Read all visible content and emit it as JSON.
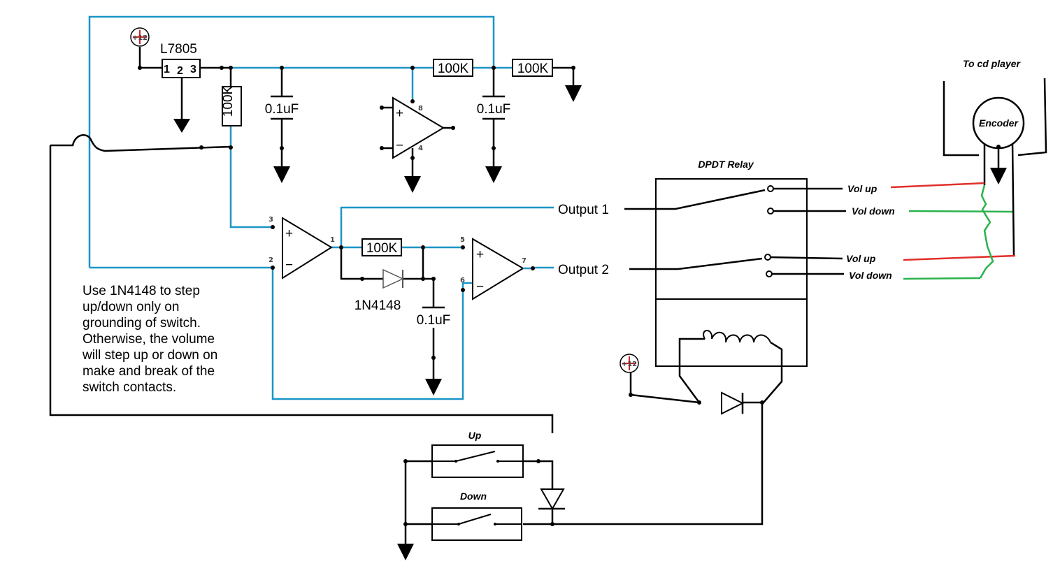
{
  "regulator": {
    "label": "L7805",
    "pin1": "1",
    "pin2": "2",
    "pin3": "3"
  },
  "supply_symbol": "+12",
  "resistors": {
    "r_top_left": "100K",
    "r_vertical": "100K",
    "r_top_right": "100K",
    "r_mid": "100K"
  },
  "capacitors": {
    "c1": "0.1uF",
    "c2": "0.1uF",
    "c3": "0.1uF"
  },
  "diode_label": "1N4148",
  "opamp_top": {
    "plus": "+",
    "minus": "−",
    "pin8": "8",
    "pin4": "4"
  },
  "opamp_a": {
    "plus": "+",
    "minus": "−",
    "pin3": "3",
    "pin2": "2",
    "pin1": "1"
  },
  "opamp_b": {
    "plus": "+",
    "minus": "−",
    "pin5": "5",
    "pin6": "6",
    "pin7": "7"
  },
  "outputs": {
    "output1": "Output 1",
    "output2": "Output 2"
  },
  "relay": {
    "title": "DPDT Relay",
    "vol_up_1": "Vol up",
    "vol_down_1": "Vol down",
    "vol_up_2": "Vol up",
    "vol_down_2": "Vol down"
  },
  "cd_player": {
    "title": "To cd player",
    "encoder": "Encoder"
  },
  "switches": {
    "up": "Up",
    "down": "Down"
  },
  "note_lines": [
    "Use 1N4148 to step",
    "up/down only on",
    "grounding of switch.",
    "Otherwise, the volume",
    "will step up or down on",
    "make and break of the",
    "switch contacts."
  ],
  "colors": {
    "wire": "#000000",
    "signal_wire": "#1b95c6",
    "vol_up_wire": "#e0302c",
    "vol_down_wire": "#2bb24c",
    "supply_symbol": "#c62828"
  }
}
